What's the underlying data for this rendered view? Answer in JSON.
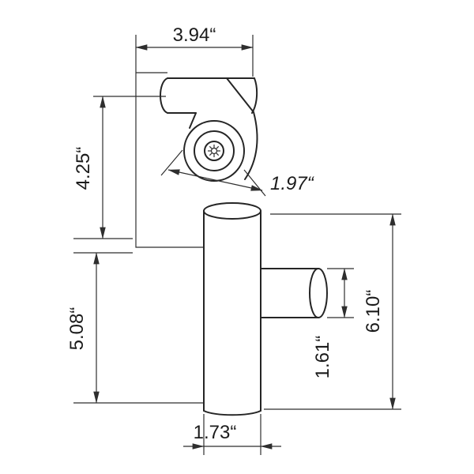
{
  "drawing": {
    "kind": "technical dimension drawing of wall-mounted faucet / shower fitting",
    "background_color": "#ffffff",
    "line_color": "#252525",
    "text_color": "#1b1b1b"
  },
  "dims": {
    "top_width": "3.94“",
    "upper_height": "4.25“",
    "spray_face_width": "1.97“",
    "lower_height": "5.08“",
    "outlet_diameter": "1.61“",
    "overall_height": "6.10“",
    "pipe_diameter": "1.73“"
  }
}
